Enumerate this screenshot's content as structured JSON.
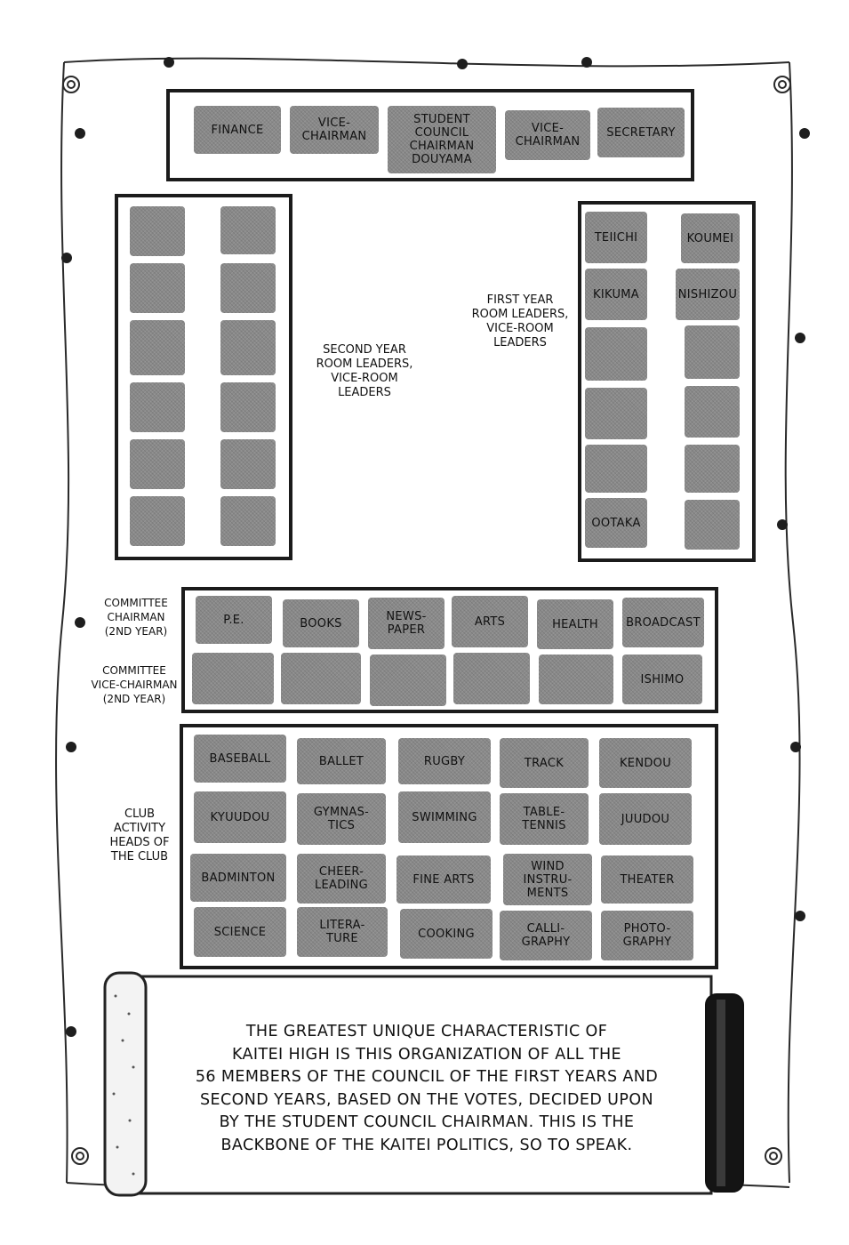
{
  "top_council": [
    "FINANCE",
    "VICE-\nCHAIRMAN",
    "STUDENT\nCOUNCIL\nCHAIRMAN\nDOUYAMA",
    "VICE-\nCHAIRMAN",
    "SECRETARY"
  ],
  "second_year": {
    "label": "SECOND YEAR\nROOM LEADERS,\nVICE-ROOM\nLEADERS",
    "cells_left": [
      "",
      "",
      "",
      "",
      "",
      ""
    ],
    "cells_right": [
      "",
      "",
      "",
      "",
      "",
      ""
    ]
  },
  "first_year": {
    "label": "FIRST YEAR\nROOM LEADERS,\nVICE-ROOM\nLEADERS",
    "cells_left": [
      "TEIICHI",
      "KIKUMA",
      "",
      "",
      "",
      "OOTAKA"
    ],
    "cells_right": [
      "KOUMEI",
      "NISHIZOU",
      "",
      "",
      "",
      ""
    ]
  },
  "committee": {
    "chairman_label": "COMMITTEE\nCHAIRMAN\n(2ND YEAR)",
    "vice_label": "COMMITTEE\nVICE-CHAIRMAN\n(2ND YEAR)",
    "row1": [
      "P.E.",
      "BOOKS",
      "NEWS-\nPAPER",
      "ARTS",
      "HEALTH",
      "BROADCAST"
    ],
    "row2": [
      "",
      "",
      "",
      "",
      "",
      "ISHIMO"
    ]
  },
  "clubs": {
    "label": "CLUB\nACTIVITY\nHEADS OF\nTHE CLUB",
    "rows": [
      [
        "BASEBALL",
        "BALLET",
        "RUGBY",
        "TRACK",
        "KENDOU"
      ],
      [
        "KYUUDOU",
        "GYMNAS-\nTICS",
        "SWIMMING",
        "TABLE-\nTENNIS",
        "JUUDOU"
      ],
      [
        "BADMINTON",
        "CHEER-\nLEADING",
        "FINE ARTS",
        "WIND\nINSTRU-\nMENTS",
        "THEATER"
      ],
      [
        "SCIENCE",
        "LITERA-\nTURE",
        "COOKING",
        "CALLI-\nGRAPHY",
        "PHOTO-\nGRAPHY"
      ]
    ]
  },
  "scroll_text": "THE GREATEST UNIQUE CHARACTERISTIC OF\nKAITEI HIGH IS THIS ORGANIZATION OF ALL THE\n56 MEMBERS OF THE COUNCIL OF THE FIRST YEARS AND\nSECOND YEARS, BASED ON THE VOTES, DECIDED UPON\nBY THE STUDENT COUNCIL CHAIRMAN. THIS IS THE\nBACKBONE OF THE KAITEI POLITICS, SO TO SPEAK."
}
